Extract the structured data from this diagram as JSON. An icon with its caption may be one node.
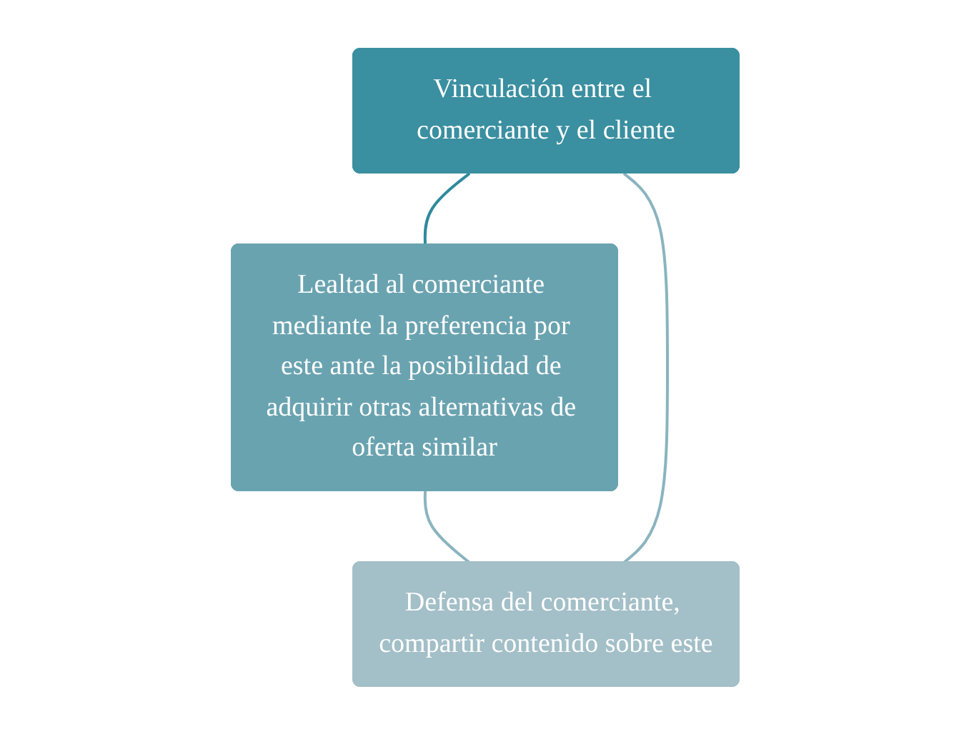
{
  "diagram": {
    "nodes": [
      {
        "text": [
          "Vinculación entre el comerciante y el cliente"
        ]
      },
      {
        "text": [
          "Defensa del comerciante, compartir contenido sobre este"
        ]
      },
      {
        "text": [
          "Lealtad al comerciante mediante la preferencia por este ante la posibilidad de adquirir otras alternativas de oferta similar"
        ]
      }
    ],
    "edges": [
      {
        "from": 0,
        "to": 2,
        "arrow": "none",
        "color": "#2e8a9c"
      },
      {
        "from": 2,
        "to": 1,
        "arrow": "none"
      },
      {
        "from": 1,
        "to": 0,
        "arrow": "none"
      }
    ]
  }
}
